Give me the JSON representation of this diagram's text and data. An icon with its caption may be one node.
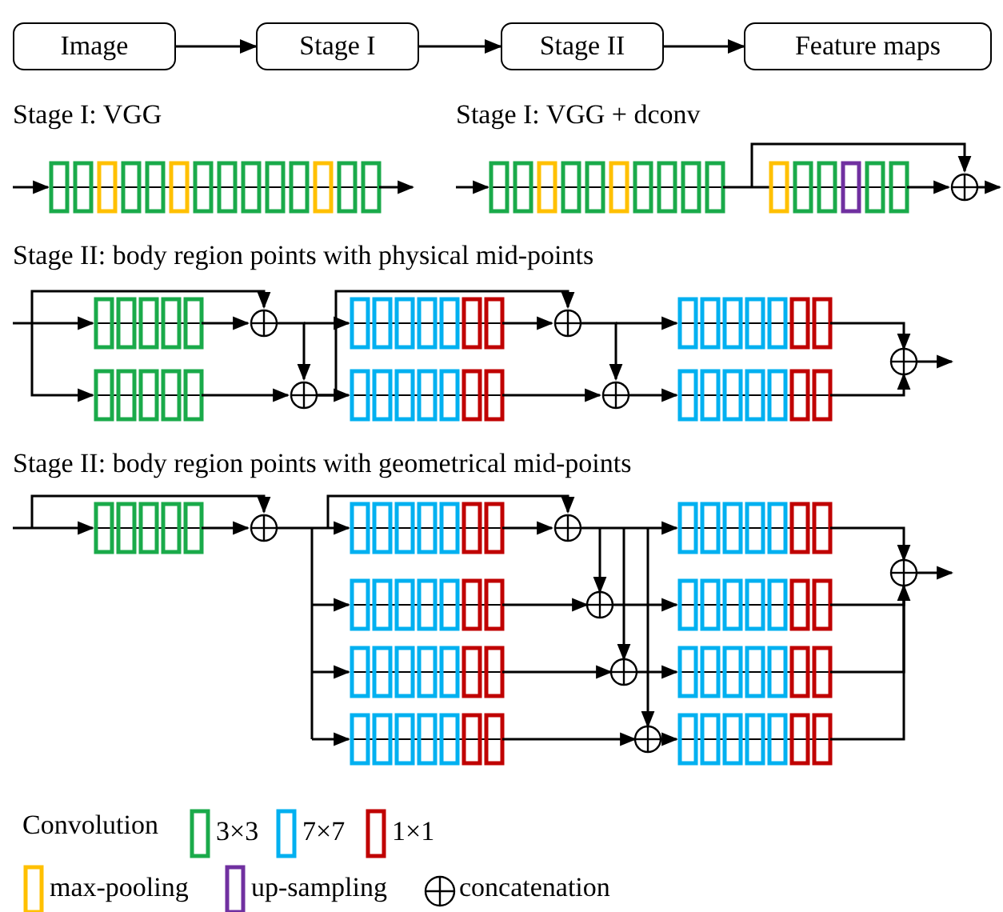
{
  "diagram": {
    "nodes": [
      {
        "text": [
          "Image"
        ]
      },
      {
        "text": [
          "Stage I"
        ]
      },
      {
        "text": [
          "Stage II"
        ]
      },
      {
        "text": [
          "Feature maps"
        ]
      }
    ],
    "edges": [
      {
        "from": 0,
        "to": 1,
        "arrow": "to"
      },
      {
        "from": 1,
        "to": 2,
        "arrow": "to"
      },
      {
        "from": 2,
        "to": 3,
        "arrow": "to"
      }
    ],
    "labels": [
      "Stage I: VGG",
      "Stage I: VGG + dconv",
      "Stage II: body region points with physical mid-points",
      "Stage II: body region points with geometrical mid-points",
      "Convolution"
    ],
    "legend": [
      {
        "text": "3×3",
        "color": "#1aaa4a"
      },
      {
        "text": "7×7",
        "color": "#00b0f0"
      },
      {
        "text": "1×1",
        "color": "#c00000"
      },
      {
        "text": "max-pooling",
        "color": "#ffc000"
      },
      {
        "text": "up-sampling",
        "color": "#7030a0"
      },
      {
        "text": "concatenation"
      }
    ]
  }
}
